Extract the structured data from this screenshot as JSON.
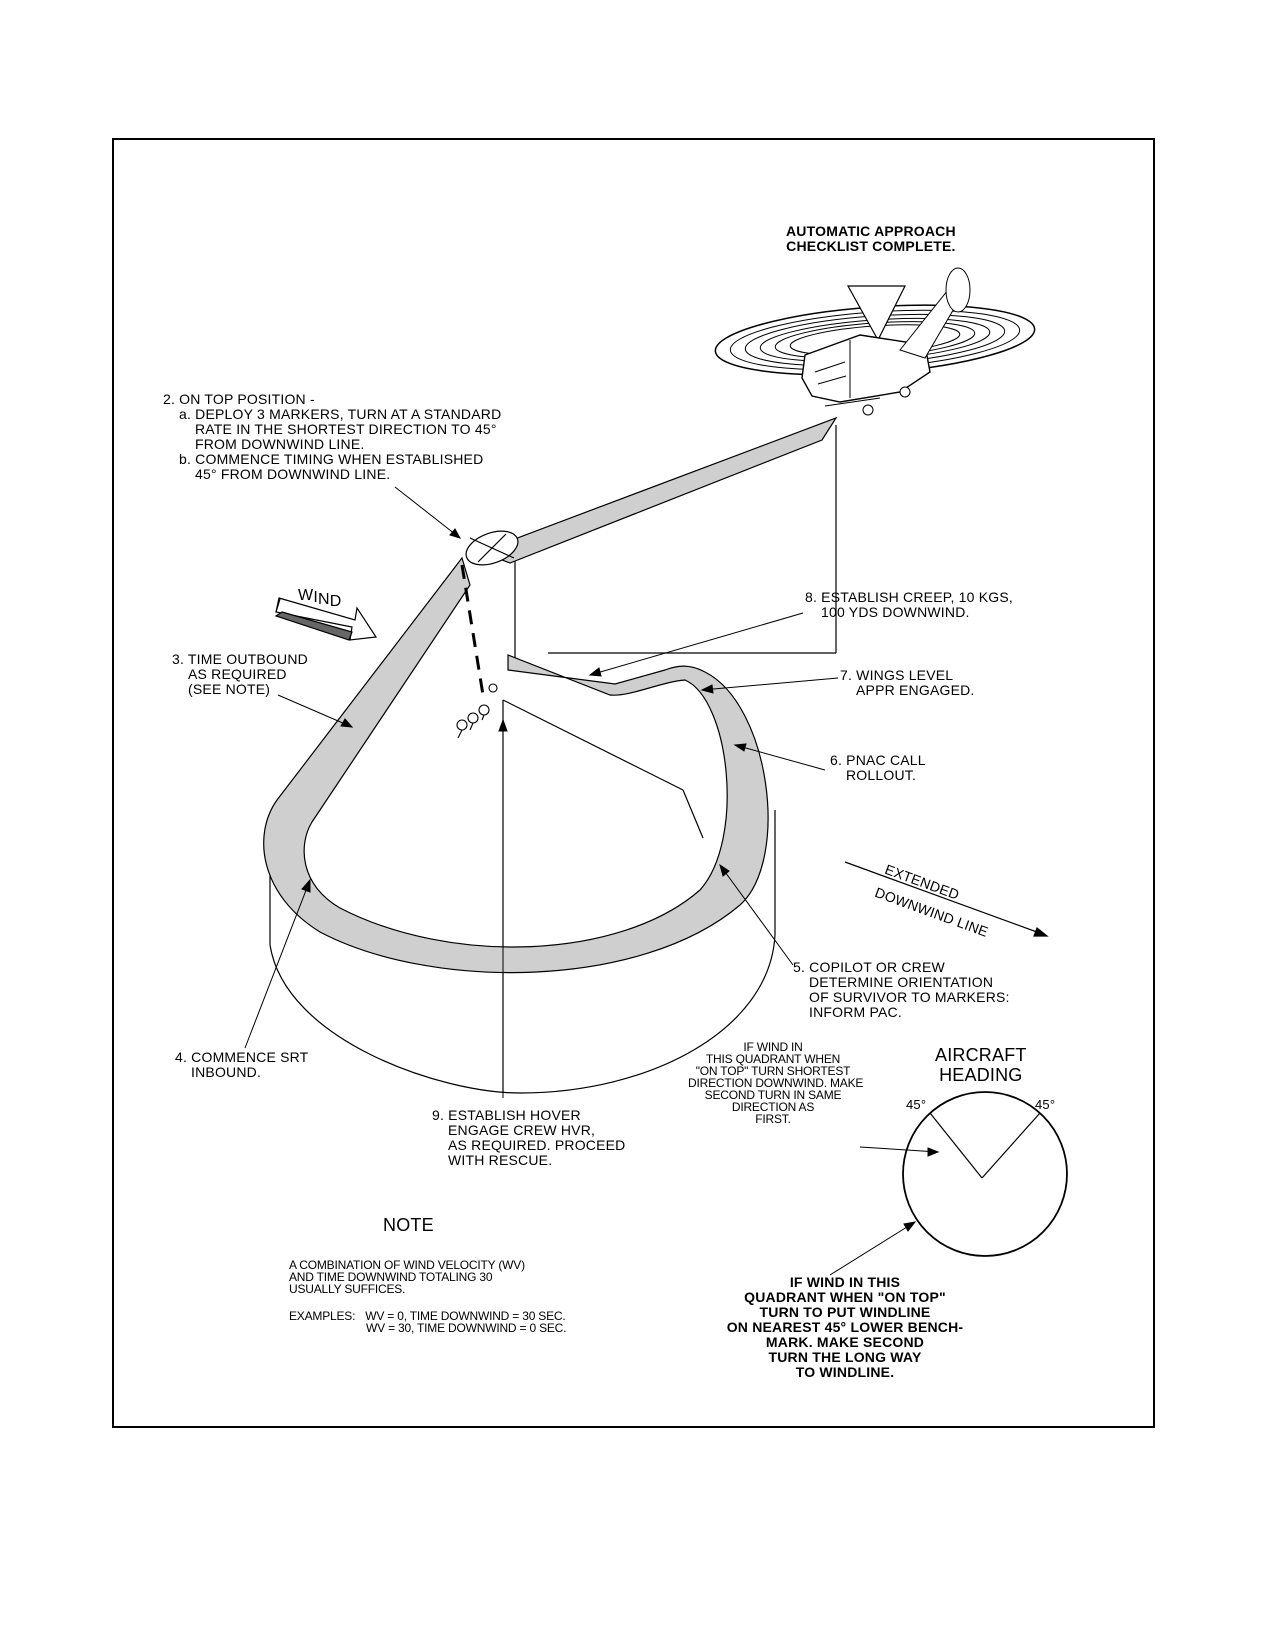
{
  "header": {
    "line1": "AUTOMATIC APPROACH",
    "line2": "CHECKLIST COMPLETE."
  },
  "steps": {
    "step2": {
      "l1": "2. ON TOP POSITION -",
      "l2": "a. DEPLOY 3 MARKERS, TURN AT A STANDARD",
      "l3": "RATE IN THE SHORTEST DIRECTION TO 45°",
      "l4": "FROM DOWNWIND LINE.",
      "l5": "b. COMMENCE TIMING WHEN ESTABLISHED",
      "l6": "45° FROM DOWNWIND LINE."
    },
    "step3": {
      "l1": "3.  TIME OUTBOUND",
      "l2": "AS REQUIRED",
      "l3": "(SEE NOTE)"
    },
    "step4": {
      "l1": "4. COMMENCE SRT",
      "l2": "INBOUND."
    },
    "step5": {
      "l1": "5. COPILOT OR CREW",
      "l2": "DETERMINE ORIENTATION",
      "l3": "OF SURVIVOR TO MARKERS:",
      "l4": "INFORM PAC."
    },
    "step6": {
      "l1": "6.  PNAC CALL",
      "l2": "ROLLOUT."
    },
    "step7": {
      "l1": "7. WINGS LEVEL",
      "l2": "APPR ENGAGED."
    },
    "step8": {
      "l1": "8. ESTABLISH CREEP, 10 KGS,",
      "l2": "100 YDS DOWNWIND."
    },
    "step9": {
      "l1": "9. ESTABLISH HOVER",
      "l2": "ENGAGE CREW HVR,",
      "l3": "AS REQUIRED. PROCEED",
      "l4": "WITH RESCUE."
    }
  },
  "wind_label": {
    "w": "W",
    "i": "I",
    "n": "N",
    "d": "D"
  },
  "extended": {
    "l1": "EXTENDED",
    "l2": "DOWNWIND LINE"
  },
  "heading": {
    "title1": "AIRCRAFT",
    "title2": "HEADING",
    "left_angle": "45°",
    "right_angle": "45°"
  },
  "quadrant_upper": {
    "l1": "IF WIND IN",
    "l2": "THIS QUADRANT WHEN",
    "l3": "\"ON TOP\" TURN SHORTEST",
    "l4": "DIRECTION DOWNWIND.  MAKE",
    "l5": "SECOND TURN IN SAME",
    "l6": "DIRECTION AS",
    "l7": "FIRST."
  },
  "quadrant_lower": {
    "l1": "IF WIND IN THIS",
    "l2": "QUADRANT WHEN \"ON TOP\"",
    "l3": "TURN TO PUT WINDLINE",
    "l4": "ON NEAREST 45° LOWER BENCH-",
    "l5": "MARK.  MAKE SECOND",
    "l6": "TURN THE LONG WAY",
    "l7": "TO WINDLINE."
  },
  "note": {
    "title": "NOTE",
    "l1": "A COMBINATION OF WIND VELOCITY (WV)",
    "l2": "AND TIME DOWNWIND TOTALING 30",
    "l3": "USUALLY SUFFICES.",
    "ex_label": "EXAMPLES:",
    "ex1": "WV = 0,  TIME DOWNWIND = 30 SEC.",
    "ex2": "WV = 30,  TIME DOWNWIND = 0 SEC."
  },
  "colors": {
    "track_fill": "#cfcfcf",
    "line": "#000000"
  }
}
